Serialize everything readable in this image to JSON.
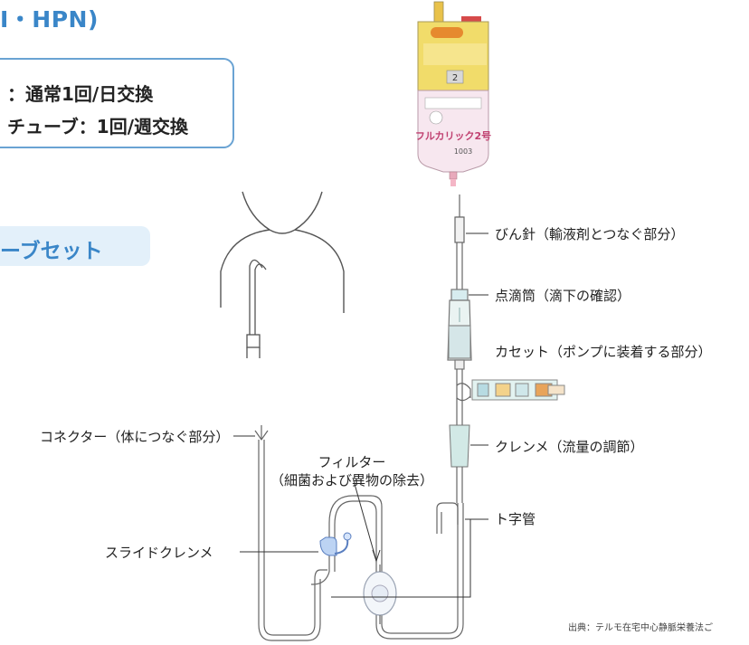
{
  "header": {
    "title": "I・HPN)",
    "note_line_1": "：通常1回/日交換",
    "note_line_2": "チューブ：1回/週交換",
    "set_tag": "ーブセット"
  },
  "bag": {
    "badge": "2",
    "product_name": "フルカリック2号",
    "volume": "1003"
  },
  "labels": {
    "bottle_needle": "びん針（輸液剤とつなぐ部分）",
    "drip_chamber": "点滴筒（滴下の確認）",
    "cassette": "カセット（ポンプに装着する部分）",
    "connector": "コネクター（体につなぐ部分）",
    "filter_1": "フィルター",
    "filter_2": "（細菌および異物の除去）",
    "clamp": "クレンメ（流量の調節）",
    "t_tube": "ト字管",
    "slide_clamp": "スライドクレンメ"
  },
  "source": "出典：テルモ在宅中心静脈栄養法ご"
}
